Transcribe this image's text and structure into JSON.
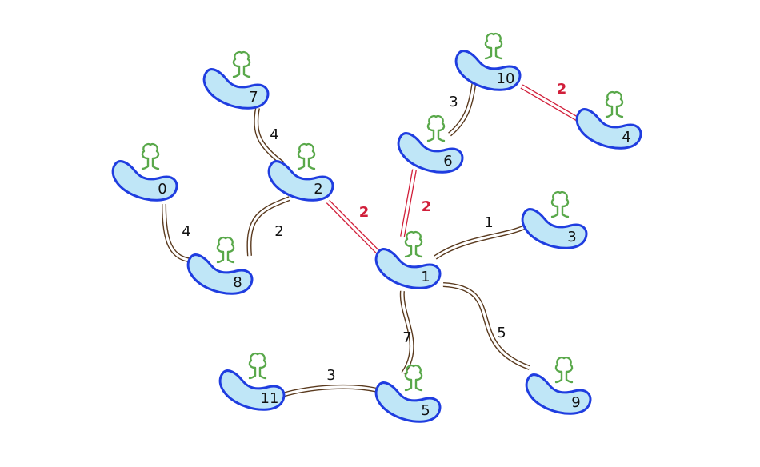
{
  "colors": {
    "island_fill": "#bfe6f7",
    "island_stroke": "#1f3de0",
    "tree": "#59a84a",
    "road": "#5a3a1e",
    "highlight": "#d11f3a"
  },
  "nodes": [
    {
      "id": "0",
      "label": "0"
    },
    {
      "id": "1",
      "label": "1"
    },
    {
      "id": "2",
      "label": "2"
    },
    {
      "id": "3",
      "label": "3"
    },
    {
      "id": "4",
      "label": "4"
    },
    {
      "id": "5",
      "label": "5"
    },
    {
      "id": "6",
      "label": "6"
    },
    {
      "id": "7",
      "label": "7"
    },
    {
      "id": "8",
      "label": "8"
    },
    {
      "id": "9",
      "label": "9"
    },
    {
      "id": "10",
      "label": "10"
    },
    {
      "id": "11",
      "label": "11"
    }
  ],
  "edges": [
    {
      "from": "0",
      "to": "8",
      "weight": "4",
      "highlighted": false
    },
    {
      "from": "7",
      "to": "2",
      "weight": "4",
      "highlighted": false
    },
    {
      "from": "2",
      "to": "8",
      "weight": "2",
      "highlighted": false
    },
    {
      "from": "2",
      "to": "1",
      "weight": "2",
      "highlighted": true
    },
    {
      "from": "6",
      "to": "1",
      "weight": "2",
      "highlighted": true
    },
    {
      "from": "10",
      "to": "6",
      "weight": "3",
      "highlighted": false
    },
    {
      "from": "10",
      "to": "4",
      "weight": "2",
      "highlighted": true
    },
    {
      "from": "1",
      "to": "3",
      "weight": "1",
      "highlighted": false
    },
    {
      "from": "1",
      "to": "5",
      "weight": "7",
      "highlighted": false
    },
    {
      "from": "1",
      "to": "9",
      "weight": "5",
      "highlighted": false
    },
    {
      "from": "11",
      "to": "5",
      "weight": "3",
      "highlighted": false
    }
  ]
}
